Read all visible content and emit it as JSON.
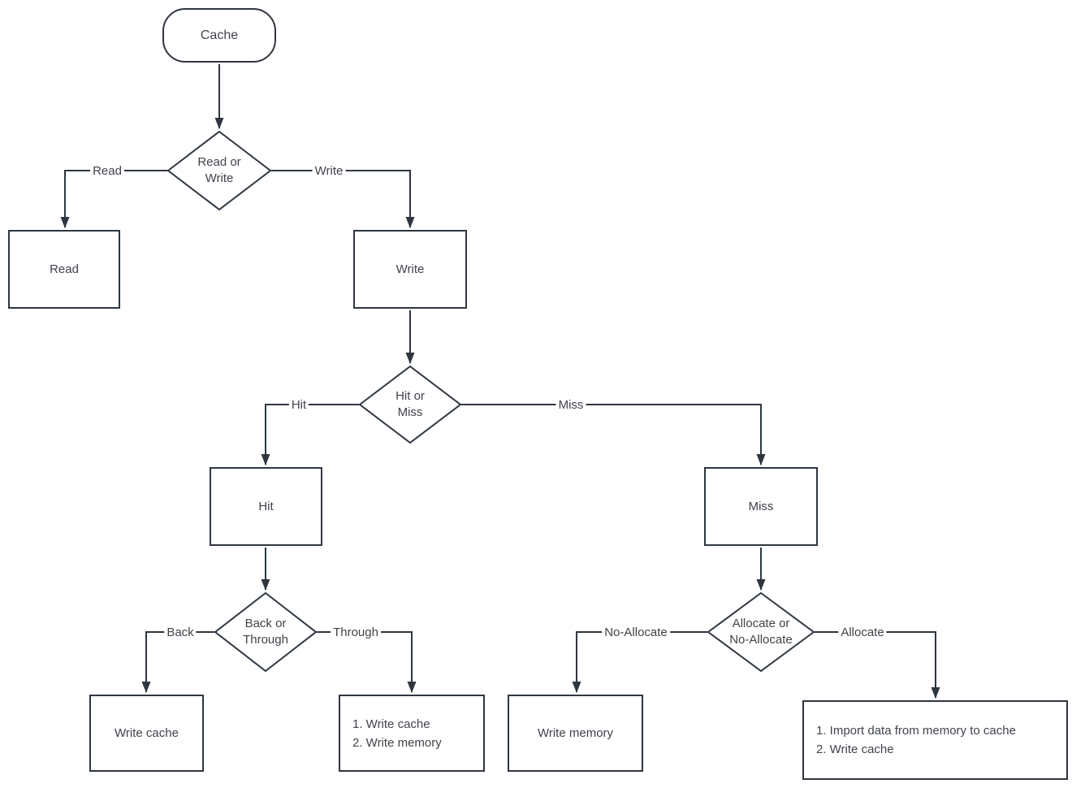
{
  "colors": {
    "stroke": "#2f3640",
    "text": "#3f434a",
    "background": "#ffffff"
  },
  "nodes": {
    "cache": {
      "label": "Cache"
    },
    "decision_read_write": {
      "label": "Read or Write"
    },
    "read": {
      "label": "Read"
    },
    "write": {
      "label": "Write"
    },
    "decision_hit_miss": {
      "label": "Hit or Miss"
    },
    "hit": {
      "label": "Hit"
    },
    "miss": {
      "label": "Miss"
    },
    "decision_back_through": {
      "label": "Back or Through"
    },
    "write_cache": {
      "label": "Write cache"
    },
    "write_through_steps": {
      "lines": [
        "1. Write cache",
        "2. Write memory"
      ]
    },
    "decision_allocate": {
      "label": "Allocate or No-Allocate"
    },
    "write_memory": {
      "label": "Write memory"
    },
    "allocate_steps": {
      "lines": [
        "1. Import data from memory to cache",
        "2. Write cache"
      ]
    }
  },
  "edge_labels": {
    "read": "Read",
    "write": "Write",
    "hit": "Hit",
    "miss": "Miss",
    "back": "Back",
    "through": "Through",
    "no_allocate": "No-Allocate",
    "allocate": "Allocate"
  }
}
